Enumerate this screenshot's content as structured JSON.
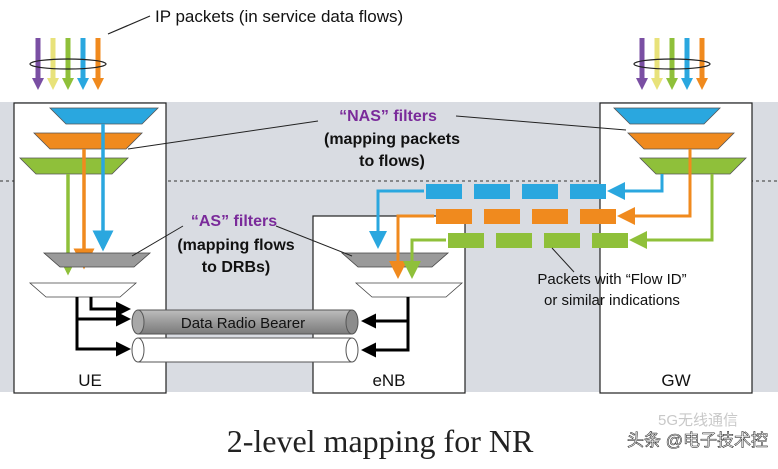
{
  "header": {
    "ip_packets": "IP packets (in service data flows)"
  },
  "nodes": {
    "ue": "UE",
    "enb": "eNB",
    "gw": "GW"
  },
  "nas": {
    "title": "“NAS” filters",
    "line1": "(mapping packets",
    "line2": "to flows)"
  },
  "as": {
    "title": "“AS” filters",
    "line1": "(mapping flows",
    "line2": "to DRBs)"
  },
  "packets_note": {
    "line1": "Packets with “Flow ID”",
    "line2": "or similar indications"
  },
  "bearer": {
    "label": "Data Radio Bearer"
  },
  "footer": {
    "title": "2-level mapping for NR",
    "watermark": "头条 @电子技术控",
    "watermark_faint": "5G无线通信"
  },
  "colors": {
    "flow_purple": "#7a4fa3",
    "flow_yellow": "#e8e27a",
    "flow_green": "#8fc03a",
    "flow_blue": "#2aa7df",
    "flow_orange": "#f08a1e",
    "label_purple": "#7a2a9a",
    "background_band": "#d9dce2",
    "bearer_gray": "#8c8c8c"
  }
}
